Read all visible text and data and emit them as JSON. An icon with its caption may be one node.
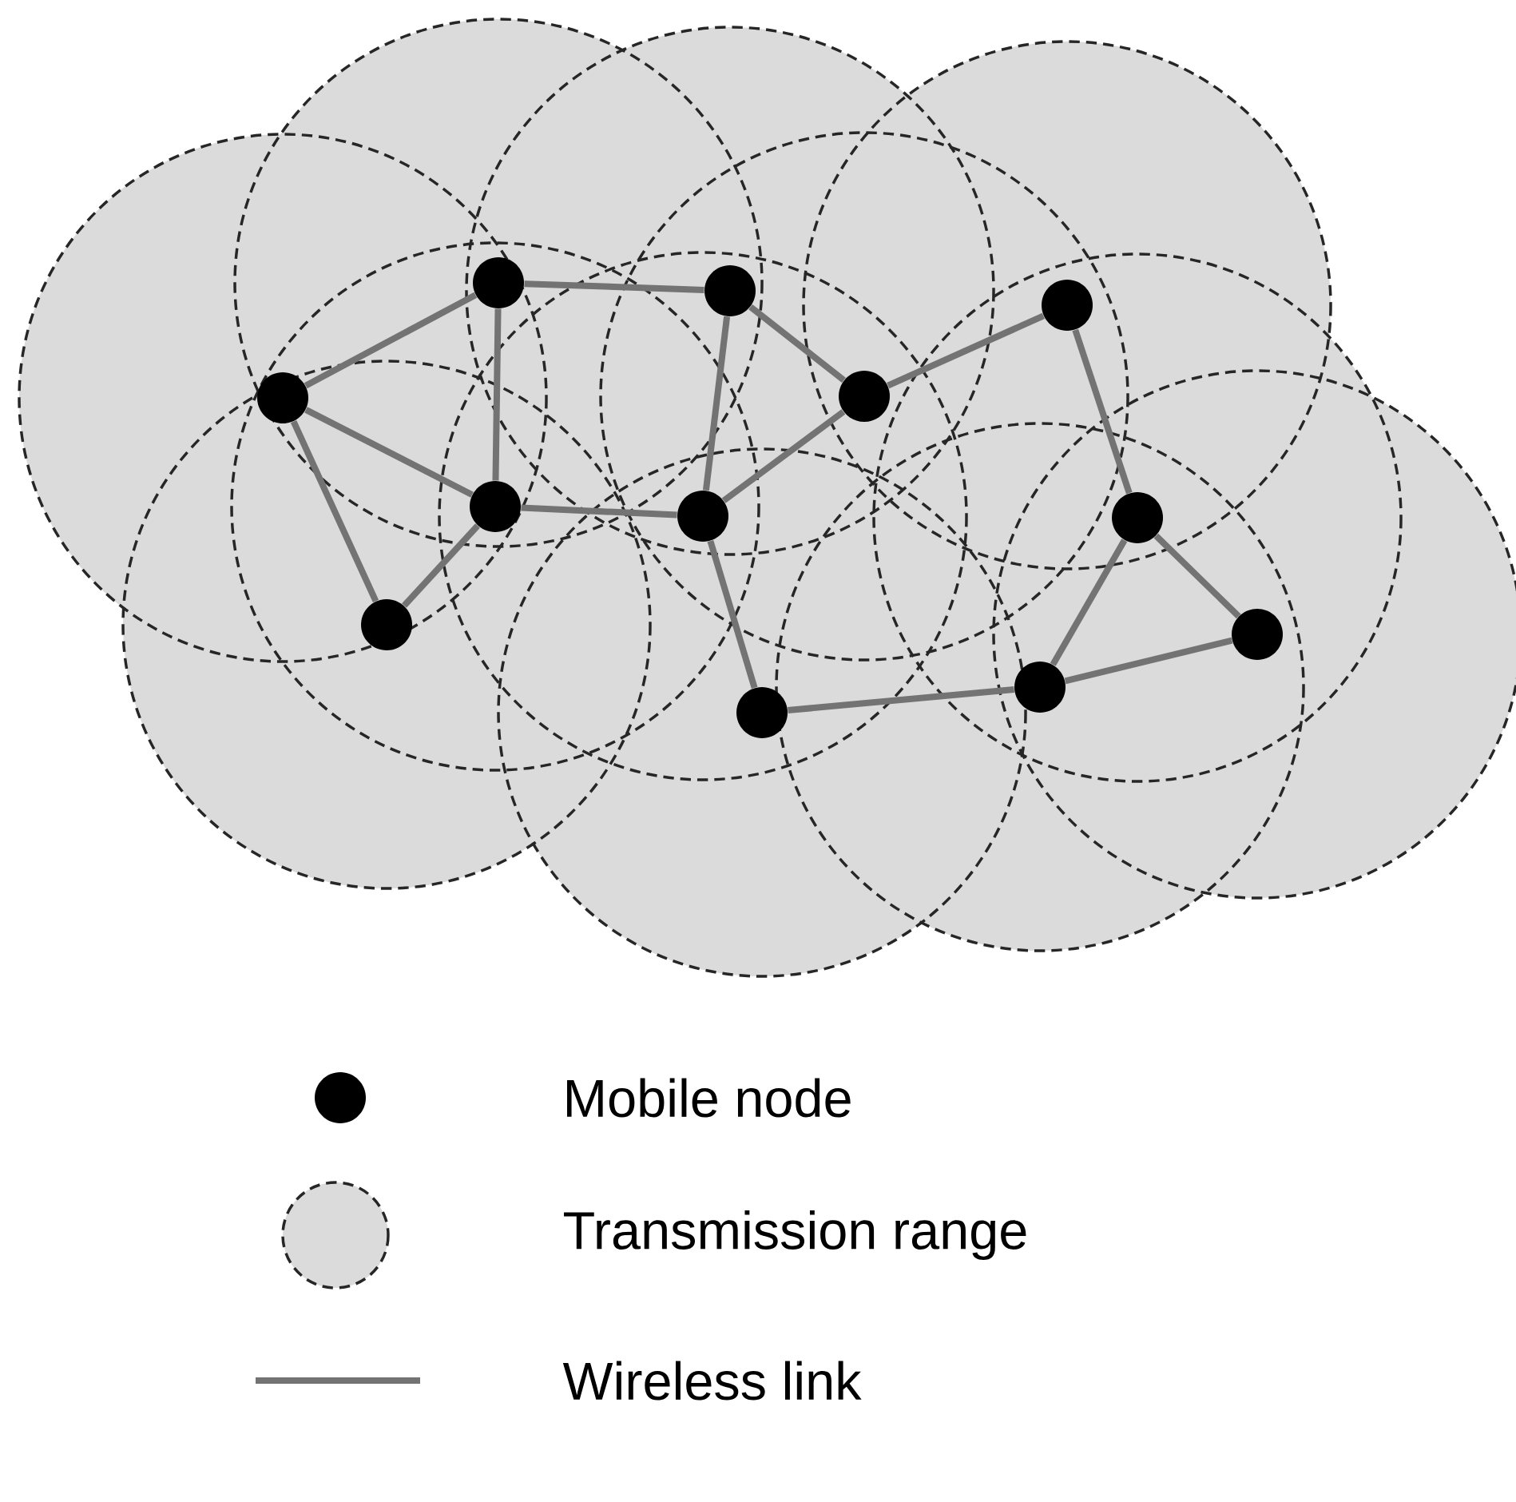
{
  "diagram": {
    "nodes": [
      {
        "text": [],
        "shape": "circle"
      },
      {
        "text": [],
        "shape": "circle"
      },
      {
        "text": [],
        "shape": "circle"
      },
      {
        "text": [],
        "shape": "circle"
      },
      {
        "text": [],
        "shape": "circle"
      },
      {
        "text": [],
        "shape": "circle"
      },
      {
        "text": [],
        "shape": "circle"
      },
      {
        "text": [],
        "shape": "circle"
      },
      {
        "text": [],
        "shape": "circle"
      },
      {
        "text": [],
        "shape": "circle"
      },
      {
        "text": [],
        "shape": "circle"
      },
      {
        "text": [],
        "shape": "circle"
      }
    ],
    "edges": [
      {
        "from": 3,
        "to": 0,
        "arrow": "none"
      },
      {
        "from": 0,
        "to": 1,
        "arrow": "none"
      },
      {
        "from": 0,
        "to": 5,
        "arrow": "none"
      },
      {
        "from": 1,
        "to": 6,
        "arrow": "none"
      },
      {
        "from": 1,
        "to": 4,
        "arrow": "none"
      },
      {
        "from": 4,
        "to": 2,
        "arrow": "none"
      },
      {
        "from": 4,
        "to": 6,
        "arrow": "none"
      },
      {
        "from": 3,
        "to": 5,
        "arrow": "none"
      },
      {
        "from": 3,
        "to": 8,
        "arrow": "none"
      },
      {
        "from": 8,
        "to": 5,
        "arrow": "none"
      },
      {
        "from": 5,
        "to": 6,
        "arrow": "none"
      },
      {
        "from": 6,
        "to": 11,
        "arrow": "none"
      },
      {
        "from": 11,
        "to": 10,
        "arrow": "none"
      },
      {
        "from": 10,
        "to": 7,
        "arrow": "none"
      },
      {
        "from": 7,
        "to": 2,
        "arrow": "none"
      },
      {
        "from": 7,
        "to": 9,
        "arrow": "none"
      },
      {
        "from": 9,
        "to": 10,
        "arrow": "none"
      }
    ],
    "legend": [
      {
        "text": "Mobile node"
      },
      {
        "text": "Transmission range"
      },
      {
        "text": "Wireless link"
      }
    ]
  }
}
